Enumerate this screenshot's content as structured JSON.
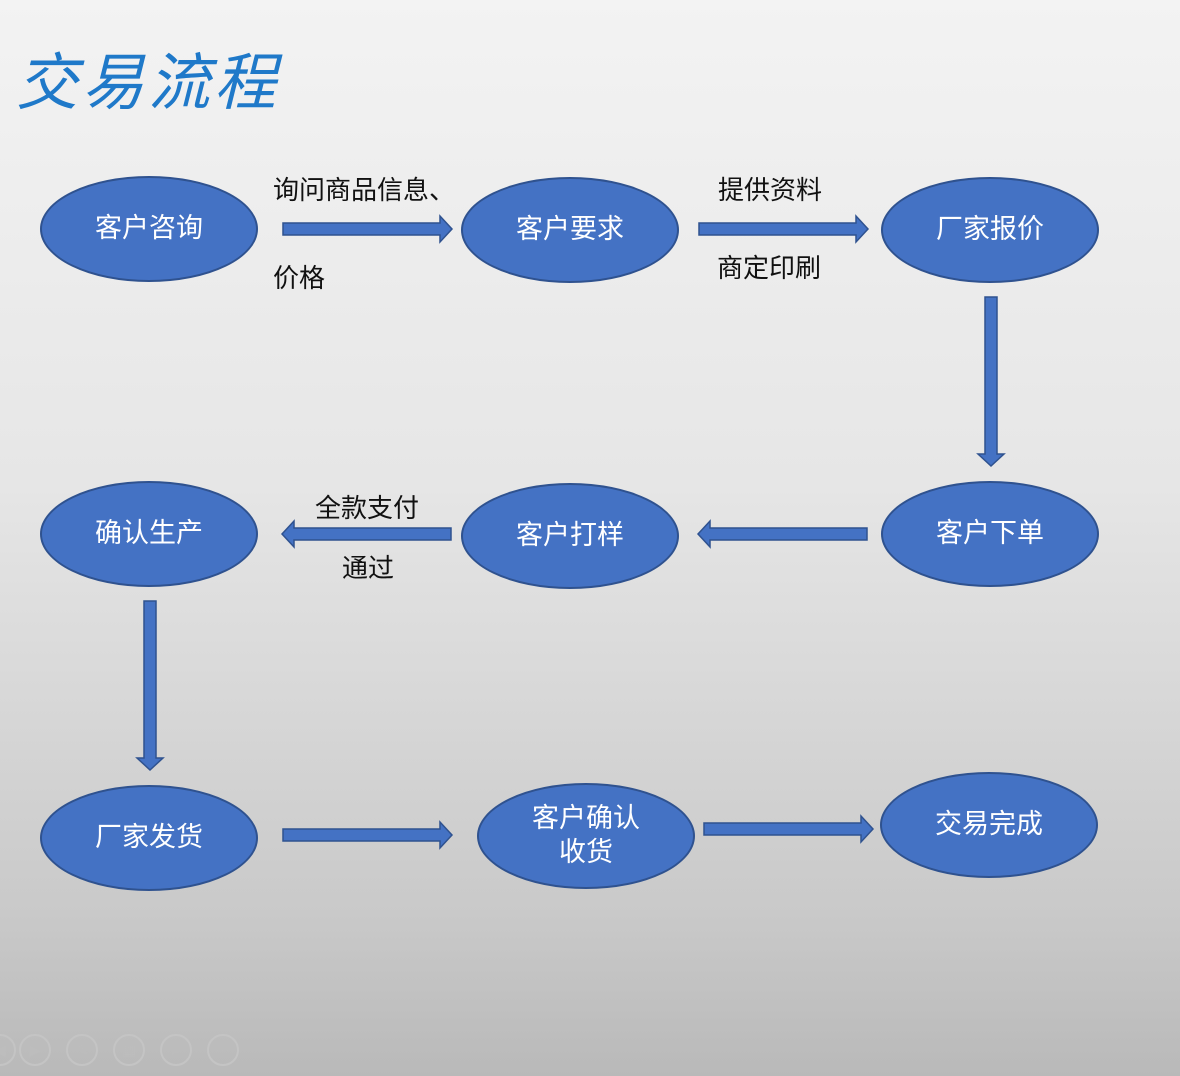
{
  "title": "交易流程",
  "colors": {
    "node_fill": "#4472c4",
    "node_border": "#2f528f",
    "title": "#1f79c9"
  },
  "nodes": {
    "consult": "客户咨询",
    "require": "客户要求",
    "quote": "厂家报价",
    "order": "客户下单",
    "sample": "客户打样",
    "produce": "确认生产",
    "ship": "厂家发货",
    "receive": "客户确认\n收货",
    "done": "交易完成"
  },
  "edge_labels": {
    "consult_require_top": "询问商品信息、",
    "consult_require_bottom": "价格",
    "require_quote_top": "提供资料",
    "require_quote_bottom": "商定印刷",
    "sample_produce_top": "全款支付",
    "sample_produce_bottom": "通过"
  },
  "toolbar": [
    "prev-icon",
    "play-icon",
    "pen-icon",
    "slides-icon",
    "zoom-icon",
    "more-icon"
  ]
}
